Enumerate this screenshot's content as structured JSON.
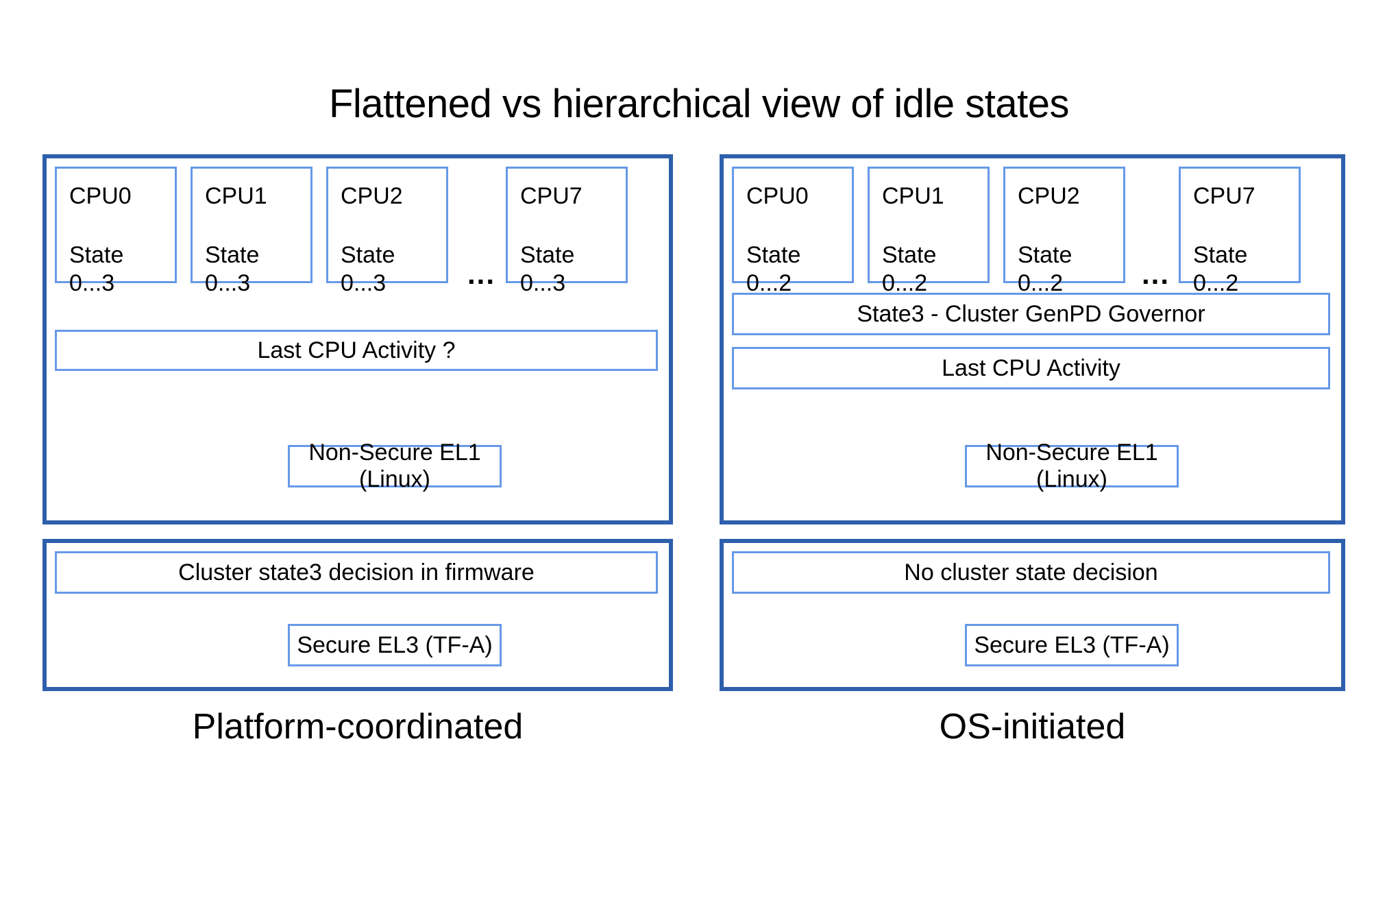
{
  "title": "Flattened vs hierarchical view of idle states",
  "colors": {
    "panel_border": "#2E5FAC",
    "inner_border": "#6699E8",
    "background": "#FFFFFF",
    "text": "#000000"
  },
  "left": {
    "caption": "Platform-coordinated",
    "os_panel": {
      "cpus": [
        {
          "name": "CPU0",
          "state_label": "State",
          "state_range": "0...3"
        },
        {
          "name": "CPU1",
          "state_label": "State",
          "state_range": "0...3"
        },
        {
          "name": "CPU2",
          "state_label": "State",
          "state_range": "0...3"
        },
        {
          "name": "CPU7",
          "state_label": "State",
          "state_range": "0...3"
        }
      ],
      "ellipsis": "...",
      "bars": [
        {
          "label": "Last CPU Activity ?"
        }
      ],
      "el_tag": "Non-Secure EL1 (Linux)"
    },
    "fw_panel": {
      "bars": [
        {
          "label": "Cluster state3 decision in firmware"
        }
      ],
      "el_tag": "Secure EL3 (TF-A)"
    }
  },
  "right": {
    "caption": "OS-initiated",
    "os_panel": {
      "cpus": [
        {
          "name": "CPU0",
          "state_label": "State",
          "state_range": "0...2"
        },
        {
          "name": "CPU1",
          "state_label": "State",
          "state_range": "0...2"
        },
        {
          "name": "CPU2",
          "state_label": "State",
          "state_range": "0...2"
        },
        {
          "name": "CPU7",
          "state_label": "State",
          "state_range": "0...2"
        }
      ],
      "ellipsis": "...",
      "bars": [
        {
          "label": "State3 - Cluster GenPD Governor"
        },
        {
          "label": "Last CPU Activity"
        }
      ],
      "el_tag": "Non-Secure EL1 (Linux)"
    },
    "fw_panel": {
      "bars": [
        {
          "label": "No cluster state decision"
        }
      ],
      "el_tag": "Secure EL3 (TF-A)"
    }
  }
}
